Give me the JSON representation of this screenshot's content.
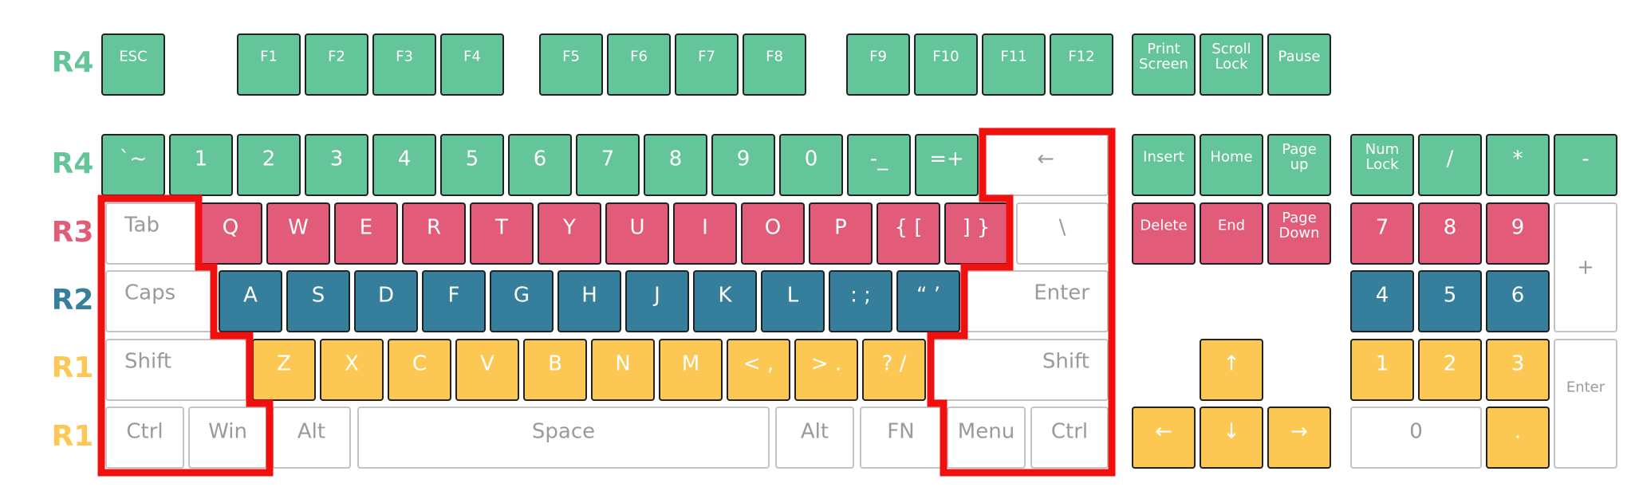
{
  "colors": {
    "green": "#65c59a",
    "red": "#e25b78",
    "blue": "#367f9c",
    "yellow": "#fcc853",
    "blank": "#ffffff",
    "outline": "#f01010"
  },
  "row_labels": [
    {
      "text": "R4",
      "color": "#65c59a"
    },
    {
      "text": "R4",
      "color": "#65c59a"
    },
    {
      "text": "R3",
      "color": "#e25b78"
    },
    {
      "text": "R2",
      "color": "#367f9c"
    },
    {
      "text": "R1",
      "color": "#fcc853"
    },
    {
      "text": "R1",
      "color": "#fcc853"
    }
  ],
  "function_row": [
    "ESC",
    "F1",
    "F2",
    "F3",
    "F4",
    "F5",
    "F6",
    "F7",
    "F8",
    "F9",
    "F10",
    "F11",
    "F12",
    "Print\nScreen",
    "Scroll\nLock",
    "Pause"
  ],
  "number_row": [
    "`~",
    "1",
    "2",
    "3",
    "4",
    "5",
    "6",
    "7",
    "8",
    "9",
    "0",
    "-_",
    "=+",
    "←"
  ],
  "top_row": [
    "Tab",
    "Q",
    "W",
    "E",
    "R",
    "T",
    "Y",
    "U",
    "I",
    "O",
    "P",
    "{ [",
    "] }",
    "\\"
  ],
  "home_row": [
    "Caps",
    "A",
    "S",
    "D",
    "F",
    "G",
    "H",
    "J",
    "K",
    "L",
    ": ;",
    "“ ’",
    "Enter"
  ],
  "bottom_row": [
    "Shift",
    "Z",
    "X",
    "C",
    "V",
    "B",
    "N",
    "M",
    "< ,",
    "> .",
    "? /",
    "Shift"
  ],
  "space_row": [
    "Ctrl",
    "Win",
    "Alt",
    "Space",
    "Alt",
    "FN",
    "Menu",
    "Ctrl"
  ],
  "nav_cluster": [
    "Insert",
    "Home",
    "Page\nup",
    "Delete",
    "End",
    "Page\nDown"
  ],
  "arrows": {
    "up": "↑",
    "left": "←",
    "down": "↓",
    "right": "→"
  },
  "numpad": [
    "Num\nLock",
    "/",
    "*",
    "-",
    "7",
    "8",
    "9",
    "+",
    "4",
    "5",
    "6",
    "1",
    "2",
    "3",
    "Enter",
    "0",
    "."
  ]
}
